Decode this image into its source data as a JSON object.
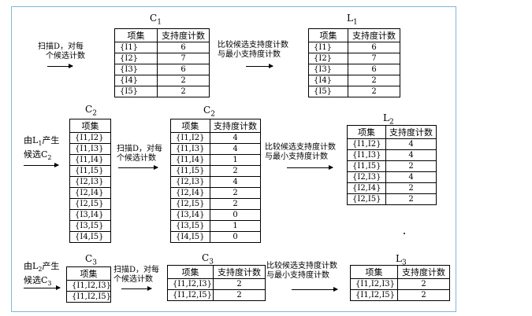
{
  "diagram": {
    "step1": {
      "scan_label_1": "扫描D，对每",
      "scan_label_2": "个候选计数",
      "c1_title": "C",
      "c1_sub": "1",
      "c1_headers": [
        "项集",
        "支持度计数"
      ],
      "c1_rows": [
        [
          "{I1}",
          "6"
        ],
        [
          "{I2}",
          "7"
        ],
        [
          "{I3}",
          "6"
        ],
        [
          "{I4}",
          "2"
        ],
        [
          "{I5}",
          "2"
        ]
      ],
      "compare_label_1": "比较候选支持度计数",
      "compare_label_2": "与最小支持度计数",
      "l1_title": "L",
      "l1_sub": "1",
      "l1_headers": [
        "项集",
        "支持度计数"
      ],
      "l1_rows": [
        [
          "{I1}",
          "6"
        ],
        [
          "{I2}",
          "7"
        ],
        [
          "{I3}",
          "6"
        ],
        [
          "{I4}",
          "2"
        ],
        [
          "{I5}",
          "2"
        ]
      ]
    },
    "step2": {
      "gen_label_1a": "由L",
      "gen_label_1s": "1",
      "gen_label_1b": "产生",
      "gen_label_2a": "候选C",
      "gen_label_2s": "2",
      "c2a_title": "C",
      "c2a_sub": "2",
      "c2a_header": "项集",
      "c2a_rows": [
        "{I1,I2}",
        "{I1,I3}",
        "{I1,I4}",
        "{I1,I5}",
        "{I2,I3}",
        "{I2,I4}",
        "{I2,I5}",
        "{I3,I4}",
        "{I3,I5}",
        "{I4,I5}"
      ],
      "scan_label_1": "扫描D，对每",
      "scan_label_2": "个候选计数",
      "c2b_title": "C",
      "c2b_sub": "2",
      "c2b_headers": [
        "项集",
        "支持度计数"
      ],
      "c2b_rows": [
        [
          "{I1,I2}",
          "4"
        ],
        [
          "{I1,I3}",
          "4"
        ],
        [
          "{I1,I4}",
          "1"
        ],
        [
          "{I1,I5}",
          "2"
        ],
        [
          "{I2,I3}",
          "4"
        ],
        [
          "{I2,I4}",
          "2"
        ],
        [
          "{I2,I5}",
          "2"
        ],
        [
          "{I3,I4}",
          "0"
        ],
        [
          "{I3,I5}",
          "1"
        ],
        [
          "{I4,I5}",
          "0"
        ]
      ],
      "compare_label_1": "比较候选支持度计数",
      "compare_label_2": "与最小支持度计数",
      "l2_title": "L",
      "l2_sub": "2",
      "l2_headers": [
        "项集",
        "支持度计数"
      ],
      "l2_rows": [
        [
          "{I1,I2}",
          "4"
        ],
        [
          "{I1,I3}",
          "4"
        ],
        [
          "{I1,I5}",
          "2"
        ],
        [
          "{I2,I3}",
          "4"
        ],
        [
          "{I2,I4}",
          "2"
        ],
        [
          "{I2,I5}",
          "2"
        ]
      ]
    },
    "step3": {
      "gen_label_1a": "由L",
      "gen_label_1s": "2",
      "gen_label_1b": "产生",
      "gen_label_2a": "候选C",
      "gen_label_2s": "3",
      "c3a_title": "C",
      "c3a_sub": "3",
      "c3a_header": "项集",
      "c3a_rows": [
        "{I1,I2,I3}",
        "{I1,I2,I5}"
      ],
      "scan_label_1": "扫描D，对每",
      "scan_label_2": "个候选计数",
      "c3b_title": "C",
      "c3b_sub": "3",
      "c3b_headers": [
        "项集",
        "支持度计数"
      ],
      "c3b_rows": [
        [
          "{I1,I2,I3}",
          "2"
        ],
        [
          "{I1,I2,I5}",
          "2"
        ]
      ],
      "compare_label_1": "比较候选支持度计数",
      "compare_label_2": "与最小支持度计数",
      "l3_title": "L",
      "l3_sub": "3",
      "l3_headers": [
        "项集",
        "支持度计数"
      ],
      "l3_rows": [
        [
          "{I1,I2,I3}",
          "2"
        ],
        [
          "{I1,I2,I5}",
          "2"
        ]
      ]
    }
  }
}
